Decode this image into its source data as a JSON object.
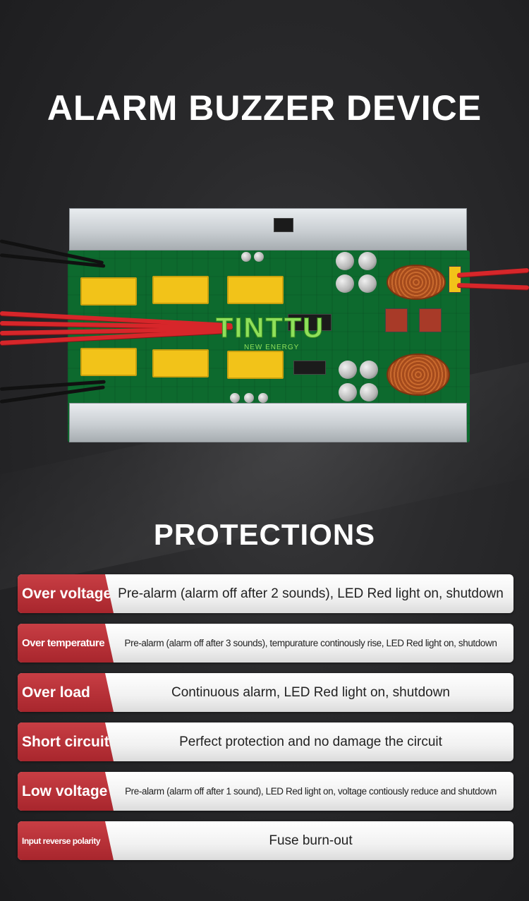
{
  "header": {
    "title": "ALARM BUZZER DEVICE"
  },
  "product_image": {
    "logo_text": "TINTTU",
    "logo_sub": "NEW ENERGY"
  },
  "protections": {
    "title": "PROTECTIONS",
    "rows": [
      {
        "label": "Over voltage",
        "description": "Pre-alarm (alarm off after 2 sounds), LED Red light on,  shutdown"
      },
      {
        "label": "Over temperature",
        "description": "Pre-alarm (alarm off after 3 sounds), tempurature continously rise, LED Red light on, shutdown"
      },
      {
        "label": "Over load",
        "description": "Continuous alarm, LED Red light on, shutdown"
      },
      {
        "label": "Short circuit",
        "description": "Perfect protection and no damage the circuit"
      },
      {
        "label": "Low voltage",
        "description": "Pre-alarm (alarm off after 1 sound), LED Red light on, voltage contiously reduce and shutdown"
      },
      {
        "label": "Input reverse polarity",
        "description": "Fuse burn-out"
      }
    ]
  },
  "colors": {
    "accent_red": "#b8323a",
    "background": "#2a2a2c",
    "pcb_green": "#0d6a2e"
  }
}
